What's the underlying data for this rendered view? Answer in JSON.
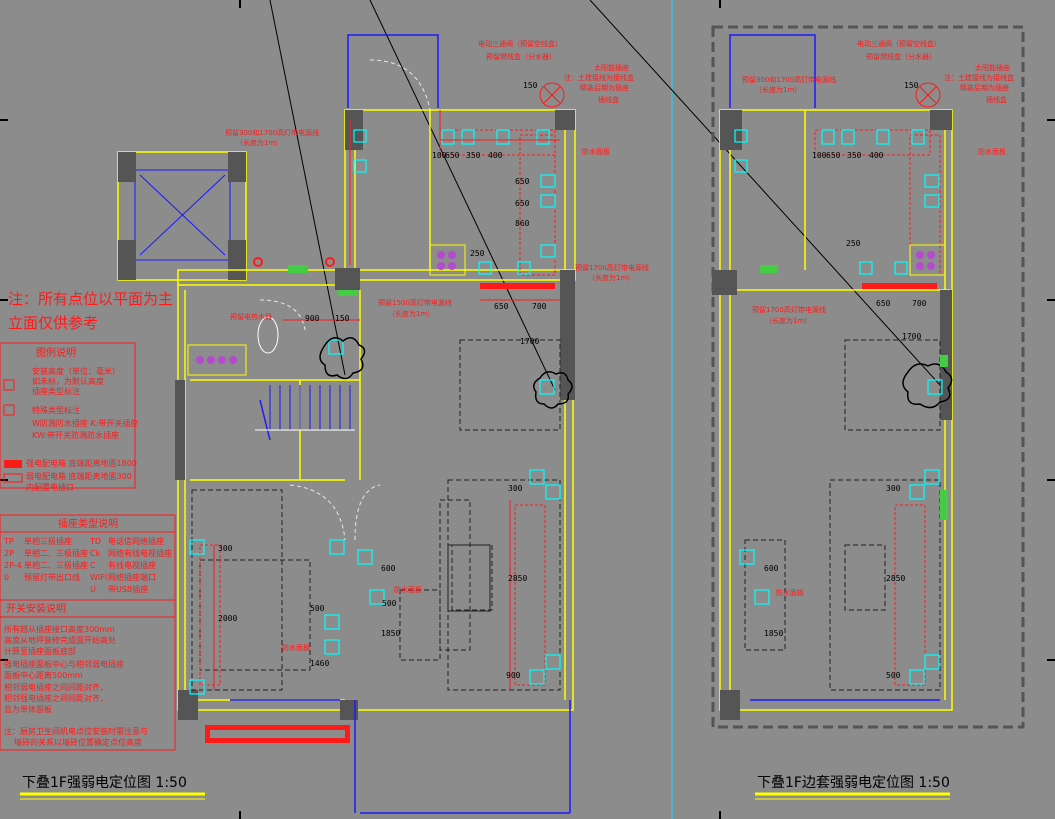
{
  "notes": {
    "line1": "注：所有点位以平面为主",
    "line2": "立面仅供参考"
  },
  "legend": {
    "title": "图例说明",
    "item1_a": "安装高度（单位：毫米）",
    "item1_b": "如未标，为默认高度",
    "item1_c": "插座类型标注",
    "item2": "特殊类型标注",
    "item3": "W防溅防水插座 K:带开关插座",
    "item4": "KW:带开关防溅防水插座",
    "item5_a": "强电配电箱  底端距离地面1800",
    "item5_b": "弱电配电箱  底端距离地面300",
    "item5_c": "内配置电插口"
  },
  "socket_types": {
    "title": "插座类型说明",
    "rows": [
      [
        "TP",
        "单相三极插座",
        "TD",
        "电话信网络插座"
      ],
      [
        "2P",
        "单相二、三极插座",
        "Ck",
        "网络有线电视插座"
      ],
      [
        "2P-4",
        "单相二、三极插座",
        "C",
        "有线电视插座"
      ],
      [
        "0",
        "预留灯带出口线",
        "WIFI",
        "网络插座端口"
      ],
      [
        "",
        "",
        "U",
        "带USB插座"
      ]
    ]
  },
  "switch_notes": {
    "title": "开关安装说明",
    "lines": [
      "所有翘从插座接口高度300mm",
      "高度从地坪装修完成面开始高处",
      "计算至插座面板底部",
      "强电插座面板中心与相邻弱电插座",
      "面板中心距离500mm",
      "相邻弱电插座之间间距对齐，",
      "相邻强电插座之间间距对齐，",
      "且为单体面板"
    ],
    "footer1": "注：厨房卫生间机电点位安装时需注意与",
    "footer2": "墙砖的关系以墙砖位置确定点位高度"
  },
  "left_plan": {
    "title": "下叠1F强弱电定位图   1:50",
    "annotations": {
      "a1": "电动三通阀（预留空线盒）",
      "a2": "预留燃线盒（分水器）",
      "a3": "太阳能插座",
      "a4": "注：土建接线为接线盒",
      "a5": "精装后期为插座",
      "a6": "插线盒",
      "a7": "预留300和1700高灯带电源线",
      "a8": "（长度为1m）",
      "a9": "防水面板",
      "a10": "预留1700高灯带电源线",
      "a11": "（长度为1m）",
      "a12": "预留1500高灯带电源线",
      "a13": "（长度为1m）",
      "a14": "预留电热水器",
      "a15": "防水面板",
      "a16": "防水面板"
    },
    "dims": {
      "d1": "150",
      "d2": "100",
      "d3": "650",
      "d4": "350",
      "d5": "400",
      "d6": "650",
      "d7": "860",
      "d8": "650",
      "d9": "250",
      "d10": "650",
      "d11": "700",
      "d12": "1700",
      "d13": "900",
      "d14": "150",
      "d15": "300",
      "d16": "2850",
      "d17": "900",
      "d18": "1850",
      "d19": "600",
      "d20": "300",
      "d21": "2000",
      "d22": "500",
      "d23": "1460",
      "d24": "500"
    }
  },
  "right_plan": {
    "title": "下叠1F边套强弱电定位图   1:50",
    "annotations": {
      "a1": "电动三通阀（预留空线盒）",
      "a2": "预留燃线盒（分水器）",
      "a3": "太阳能插座",
      "a4": "注：土建接线为接线盒",
      "a5": "精装后期为插座",
      "a6": "插线盒",
      "a7": "预留300和1700高灯带电源线",
      "a8": "（长度为1m）",
      "a9": "防水面板",
      "a10": "预留1700高灯带电源线",
      "a11": "（长度为1m）",
      "a12": "防水面板"
    },
    "dims": {
      "d1": "150",
      "d2": "100",
      "d3": "650",
      "d4": "350",
      "d5": "400",
      "d6": "250",
      "d7": "650",
      "d8": "700",
      "d9": "1700",
      "d10": "300",
      "d11": "2850",
      "d12": "500",
      "d13": "600",
      "d14": "1850"
    }
  },
  "colors": {
    "background": "#8c8c8c",
    "wall": "#ffff00",
    "annotation": "#ff1a1a",
    "door": "#1a1aff",
    "fixture": "#00ffff",
    "title_underline": "#ffff00"
  }
}
